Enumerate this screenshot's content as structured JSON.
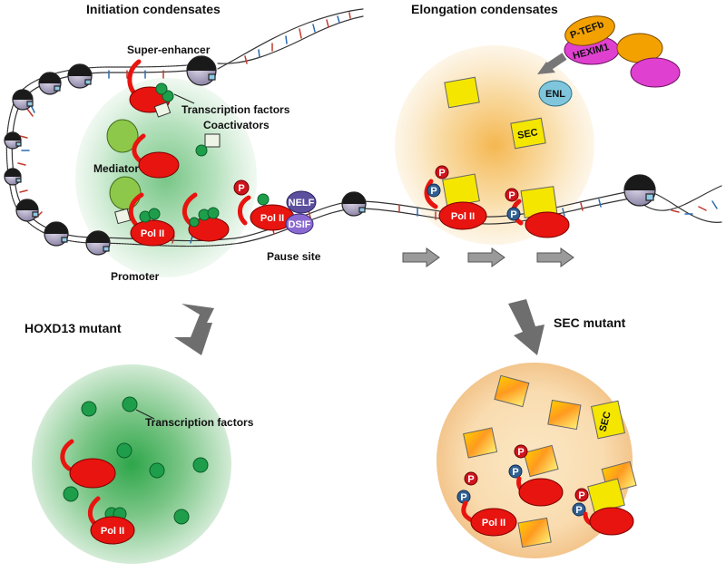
{
  "headers": {
    "initiation": "Initiation condensates",
    "elongation": "Elongation condensates",
    "hoxd13_mutant": "HOXD13 mutant",
    "sec_mutant": "SEC mutant"
  },
  "labels": {
    "super_enhancer": "Super-enhancer",
    "transcription_factors": "Transcription factors",
    "coactivators": "Coactivators",
    "mediator": "Mediator",
    "promoter": "Promoter",
    "pause_site": "Pause site",
    "transcription_factors_mutant": "Transcription factors"
  },
  "factors": {
    "pol2": "Pol II",
    "nelf": "NELF",
    "dsif": "DSIF",
    "p": "P",
    "enl": "ENL",
    "sec": "SEC",
    "ptefb": "P-TEFb",
    "hexim1": "HEXIM1"
  },
  "colors": {
    "pol2_red": "#e8140f",
    "tf_green": "#1e9e4a",
    "mediator_green": "#8ec84a",
    "sec_yellow": "#f5e600",
    "initiation_glow": "#7cc98a",
    "elongation_glow": "#f6c76a",
    "p_red": "#d0141c",
    "p_blue": "#2f5f93",
    "nelf_purple": "#5b4f9e",
    "dsif_purple": "#8a6ad0",
    "ptefb_orange": "#f2a100",
    "hexim_magenta": "#e040d0",
    "enl_blue": "#7fc6dc"
  }
}
